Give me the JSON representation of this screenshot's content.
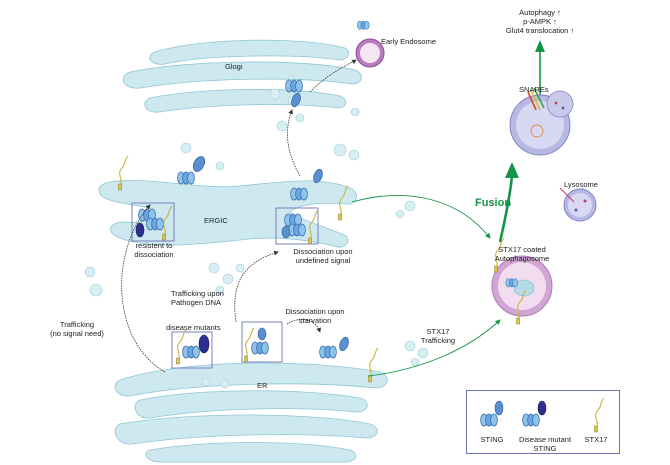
{
  "labels": {
    "early_endosome": "Early Endosome",
    "glogi": "Glogi",
    "ergic": "ERGIC",
    "er": "ER",
    "resistent": [
      "resistent to",
      "dissociation"
    ],
    "dissociation_undefined": [
      "Dissociation upon",
      "undefined signal"
    ],
    "trafficking_no_signal": [
      "Trafficking",
      "(no signal need)"
    ],
    "trafficking_pathogen": [
      "Trafficking upon",
      "Pathogen DNA"
    ],
    "disease_mutants": "disease mutants",
    "dissociation_starvation": [
      "Dissociation upon",
      "starvation"
    ],
    "stx17_trafficking": [
      "STX17",
      "Trafficking"
    ],
    "stx17_autophagosome": [
      "STX17 coated",
      "Autophagosome"
    ],
    "lysosome": "Lysosome",
    "fusion": "Fusion",
    "snares": "SNAREs",
    "outcomes": [
      "Autophagy ↑",
      "p-AMPK ↑",
      "Glut4 translocation ↑"
    ]
  },
  "legend": {
    "items": [
      "STING",
      "Disease mutant",
      "STX17"
    ],
    "sub": "STING"
  },
  "colors": {
    "organelle_fill": "#cde9ef",
    "organelle_stroke": "#8fc7d3",
    "sting_blue": "#4a83c6",
    "mutant_navy": "#2d2f8e",
    "stx17_yellow": "#c9b43b",
    "fusion_green": "#139447",
    "box_stroke": "#6c74b8",
    "lysosome_pink": "#e7a8c8"
  }
}
